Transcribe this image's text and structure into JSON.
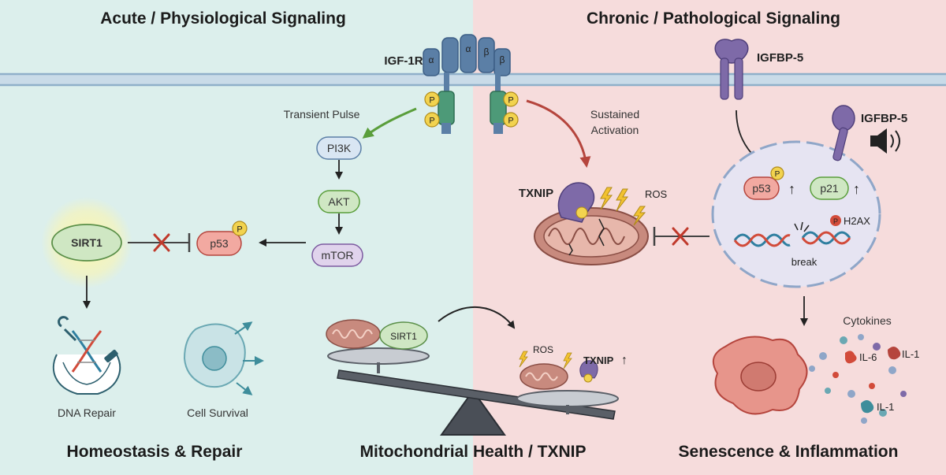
{
  "panels": {
    "left_title": "Acute / Physiological Signaling",
    "right_title": "Chronic / Pathological Signaling"
  },
  "receptor": {
    "name": "IGF-1R",
    "alpha": "α",
    "beta": "β",
    "phospho": "P"
  },
  "igfbp5": {
    "membrane_label": "IGFBP-5",
    "secreted_label": "IGFBP-5"
  },
  "acute": {
    "arrow_label": "Transient Pulse",
    "pathway": [
      "PI3K",
      "AKT",
      "mTOR"
    ],
    "p53": "p53",
    "sirt1": "SIRT1",
    "outcomes": [
      "DNA Repair",
      "Cell Survival"
    ],
    "section_title": "Homeostasis & Repair"
  },
  "chronic": {
    "arrow_label_line1": "Sustained",
    "arrow_label_line2": "Activation",
    "txnip": "TXNIP",
    "ros": "ROS",
    "nucleus": {
      "p53": "p53",
      "p21": "p21",
      "h2ax": "H2AX",
      "break": "break",
      "up_arrow": "↑"
    },
    "cytokines_title": "Cytokines",
    "cytokines": [
      "IL-6",
      "IL-1",
      "IL-1"
    ],
    "section_title": "Senescence & Inflammation"
  },
  "balance": {
    "sirt1": "SIRT1",
    "ros": "ROS",
    "txnip": "TXNIP",
    "up_arrow": "↑",
    "section_title": "Mitochondrial Health / TXNIP"
  },
  "colors": {
    "left_bg": "#dcefec",
    "right_bg": "#f6dcdc",
    "membrane": "#a9c3d8",
    "receptor": "#5b7fa6",
    "phospho": "#f2d34f",
    "green_arrow": "#5a9e3b",
    "red_arrow": "#b5453d",
    "inhibit_x": "#c0392b",
    "igfbp5": "#6e66a8",
    "mito": "#c88a7e"
  }
}
